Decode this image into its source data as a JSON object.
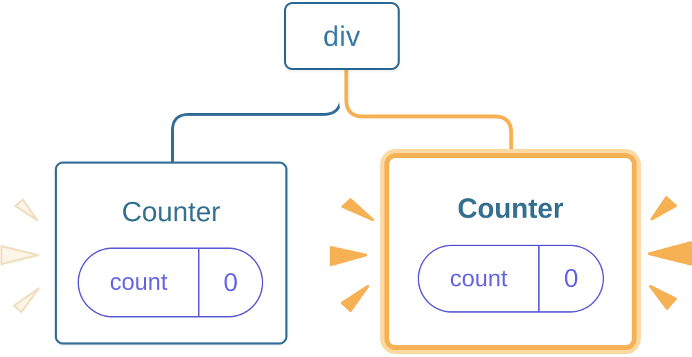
{
  "diagram": {
    "description": "React component tree: a div root with two Counter children; the right Counter is highlighted as re-rendering (orange glow and burst marks), the left has faint burst marks.",
    "root": {
      "label": "div"
    },
    "left_counter": {
      "title": "Counter",
      "state": {
        "key": "count",
        "value": "0"
      }
    },
    "right_counter": {
      "title": "Counter",
      "state": {
        "key": "count",
        "value": "0"
      },
      "highlighted": "true"
    }
  },
  "colors": {
    "blue": "#336E99",
    "blue-text": "#3878A4",
    "teal-text": "#35708F",
    "indigo": "#5C5CD6",
    "indigo-text": "#6767E3",
    "orange": "#F6B155",
    "peach": "#FBD9A3",
    "cream": "#FCF5E8",
    "cream-edge": "#F0DFC0"
  }
}
